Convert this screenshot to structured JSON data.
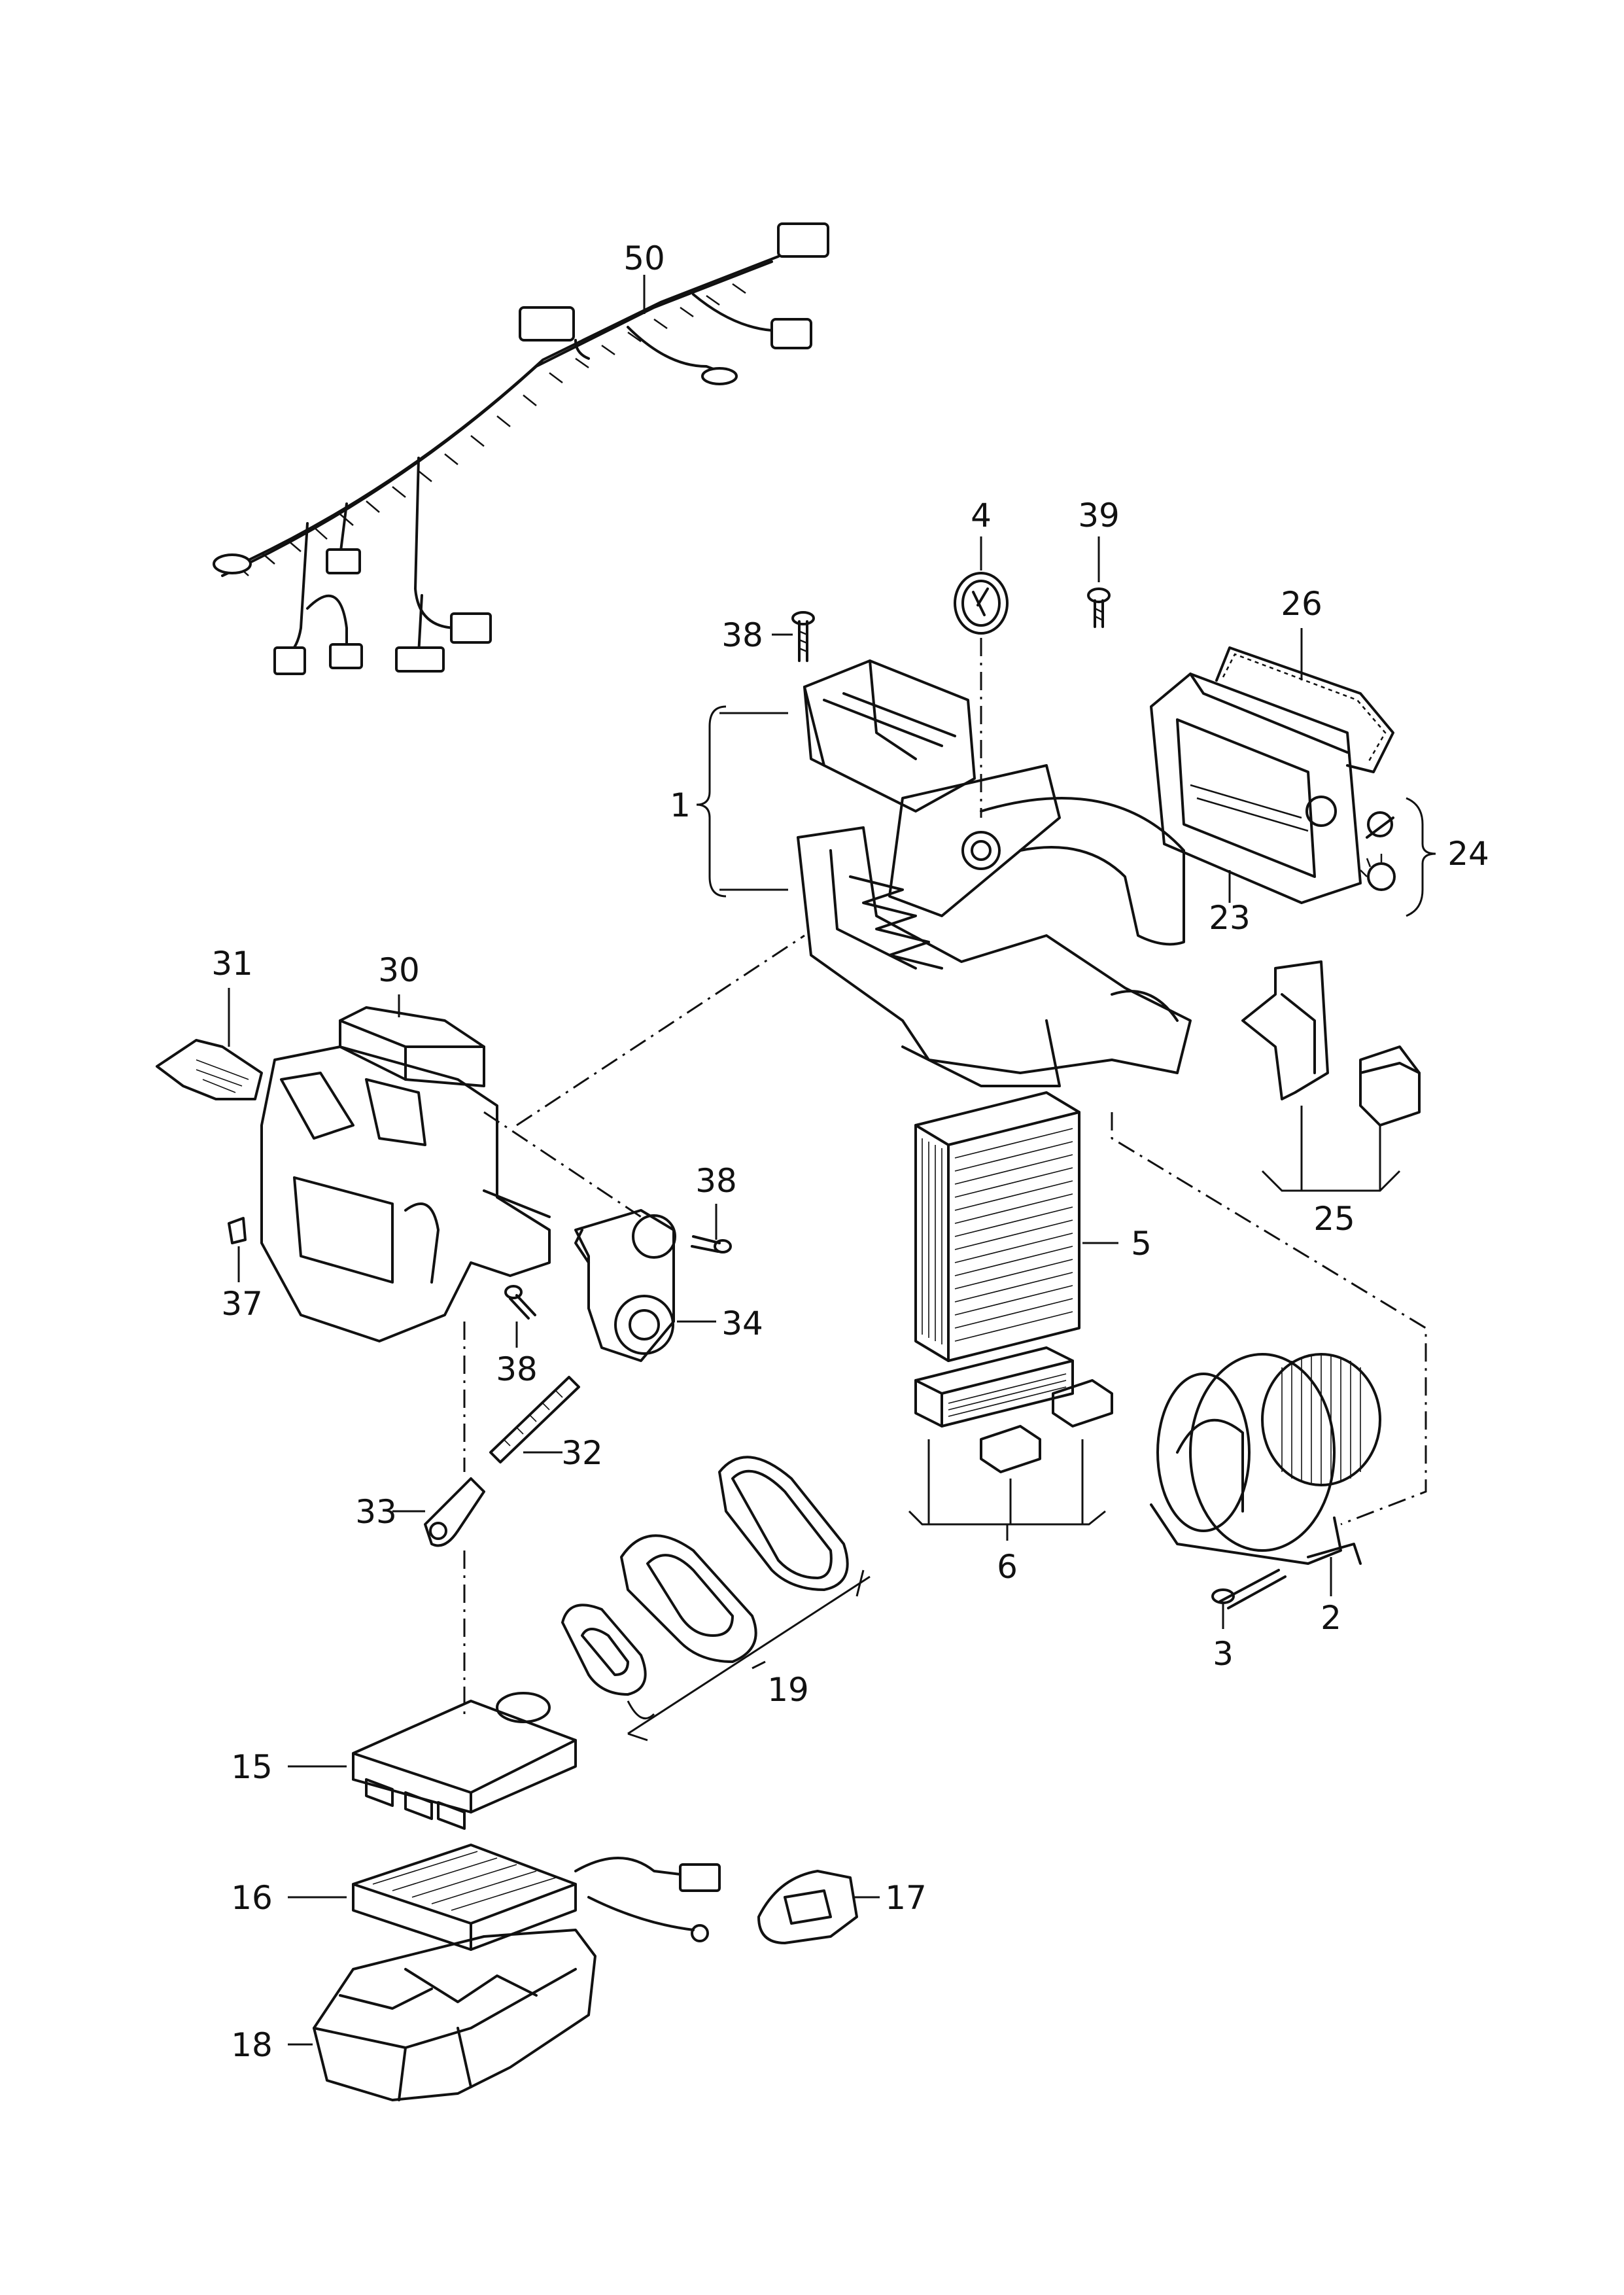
{
  "callouts": {
    "c1": "1",
    "c2": "2",
    "c3": "3",
    "c4": "4",
    "c5": "5",
    "c6": "6",
    "c15": "15",
    "c16": "16",
    "c17": "17",
    "c18": "18",
    "c19": "19",
    "c23": "23",
    "c24": "24",
    "c25": "25",
    "c26": "26",
    "c30": "30",
    "c31": "31",
    "c32": "32",
    "c33": "33",
    "c34": "34",
    "c37": "37",
    "c38a": "38",
    "c38b": "38",
    "c38c": "38",
    "c39": "39",
    "c50": "50"
  }
}
